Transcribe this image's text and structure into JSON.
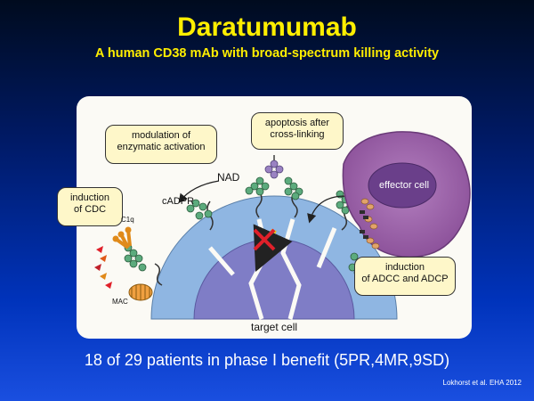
{
  "title": "Daratumumab",
  "subtitle": "A human CD38 mAb with broad-spectrum killing activity",
  "figure": {
    "callouts": {
      "modulation_line1": "modulation of",
      "modulation_line2": "enzymatic activation",
      "apoptosis_line1": "apoptosis after",
      "apoptosis_line2": "cross-linking",
      "cdc_line1": "induction",
      "cdc_line2": "of CDC",
      "adcc_line1": "induction",
      "adcc_line2": "of ADCC and ADCP"
    },
    "labels": {
      "nad": "NAD",
      "cadpr": "cADPR",
      "c1q": "C1q",
      "mac": "MAC",
      "effector_cell": "effector cell",
      "target_cell": "target cell"
    }
  },
  "footer": "18 of 29 patients in phase I benefit (5PR,4MR,9SD)",
  "citation": "Lokhorst et al. EHA 2012",
  "colors": {
    "title": "#ffee00",
    "membrane": "#8fb6e2",
    "nucleus": "#7f7dc6",
    "antibody": "#5cab7d",
    "effector": "#9a61a8",
    "callout_fill": "#fef7c9"
  }
}
